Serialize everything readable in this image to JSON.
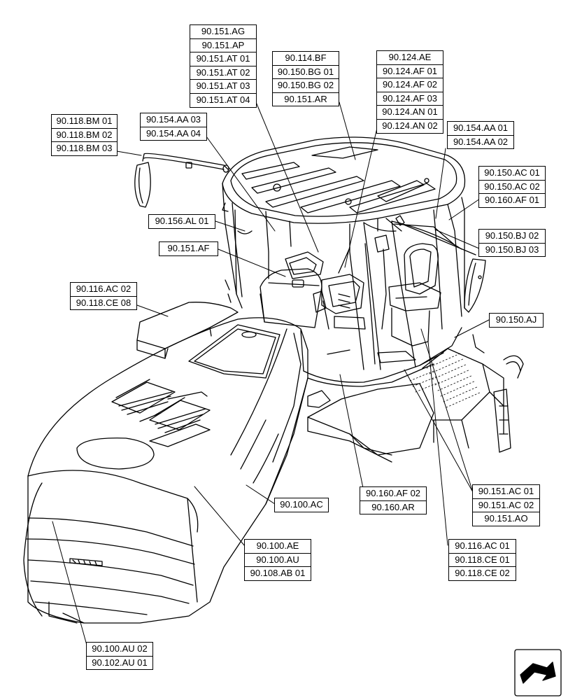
{
  "diagram": {
    "callouts": [
      {
        "id": "bm",
        "labels": [
          "90.118.BM 01",
          "90.118.BM 02",
          "90.118.BM 03"
        ]
      },
      {
        "id": "aa0304",
        "labels": [
          "90.154.AA 03",
          "90.154.AA 04"
        ]
      },
      {
        "id": "ag",
        "labels": [
          "90.151.AG",
          "90.151.AP",
          "90.151.AT 01",
          "90.151.AT 02",
          "90.151.AT 03",
          "90.151.AT 04"
        ]
      },
      {
        "id": "bf",
        "labels": [
          "90.114.BF",
          "90.150.BG 01",
          "90.150.BG 02",
          "90.151.AR"
        ]
      },
      {
        "id": "ae",
        "labels": [
          "90.124.AE",
          "90.124.AF 01",
          "90.124.AF 02",
          "90.124.AF 03",
          "90.124.AN 01",
          "90.124.AN 02"
        ]
      },
      {
        "id": "aa0102",
        "labels": [
          "90.154.AA 01",
          "90.154.AA 02"
        ]
      },
      {
        "id": "ac150",
        "labels": [
          "90.150.AC 01",
          "90.150.AC 02",
          "90.160.AF 01"
        ]
      },
      {
        "id": "al",
        "labels": [
          "90.156.AL 01"
        ]
      },
      {
        "id": "bj",
        "labels": [
          "90.150.BJ 02",
          "90.150.BJ 03"
        ]
      },
      {
        "id": "af",
        "labels": [
          "90.151.AF"
        ]
      },
      {
        "id": "ac116",
        "labels": [
          "90.116.AC 02",
          "90.118.CE 08"
        ]
      },
      {
        "id": "aj",
        "labels": [
          "90.150.AJ"
        ]
      },
      {
        "id": "ar160",
        "labels": [
          "90.160.AF 02",
          "90.160.AR"
        ]
      },
      {
        "id": "ac151",
        "labels": [
          "90.151.AC 01",
          "90.151.AC 02",
          "90.151.AO"
        ]
      },
      {
        "id": "ac100",
        "labels": [
          "90.100.AC"
        ]
      },
      {
        "id": "ae100",
        "labels": [
          "90.100.AE",
          "90.100.AU",
          "90.108.AB 01"
        ]
      },
      {
        "id": "ce118",
        "labels": [
          "90.116.AC 01",
          "90.118.CE 01",
          "90.118.CE 02"
        ]
      },
      {
        "id": "au102",
        "labels": [
          "90.100.AU 02",
          "90.102.AU 01"
        ]
      }
    ]
  }
}
